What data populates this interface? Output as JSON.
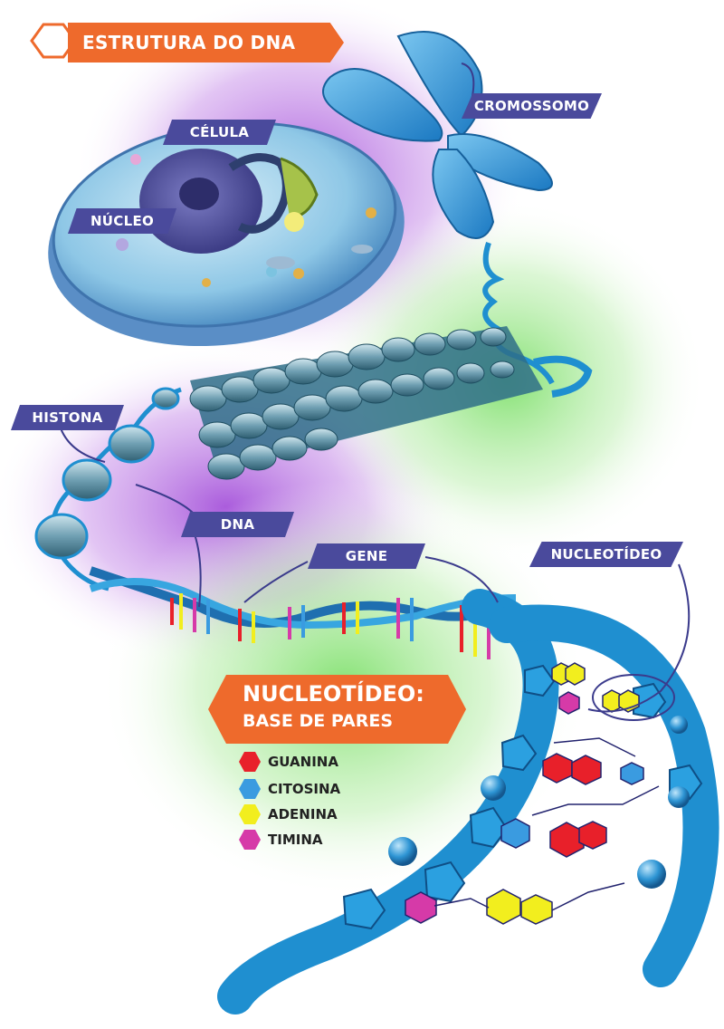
{
  "title": "ESTRUTURA DO DNA",
  "labels": {
    "celula": "CÉLULA",
    "nucleo": "NÚCLEO",
    "cromossomo": "CROMOSSOMO",
    "histona": "HISTONA",
    "dna": "DNA",
    "gene": "GENE",
    "nucleotideo": "NUCLEOTÍDEO"
  },
  "legend": {
    "title": "NUCLEOTÍDEO:",
    "subtitle": "BASE DE PARES",
    "items": [
      {
        "label": "GUANINA",
        "color": "#e8202a"
      },
      {
        "label": "CITOSINA",
        "color": "#3a9be0"
      },
      {
        "label": "ADENINA",
        "color": "#f2ee1e"
      },
      {
        "label": "TIMINA",
        "color": "#d63aa8"
      }
    ]
  },
  "colors": {
    "accent_orange": "#ee6a2c",
    "label_purple": "#4a4a9c",
    "dna_blue": "#1f8fd0",
    "glow_purple": "#b06ad8",
    "glow_green": "#8fdc7a"
  }
}
